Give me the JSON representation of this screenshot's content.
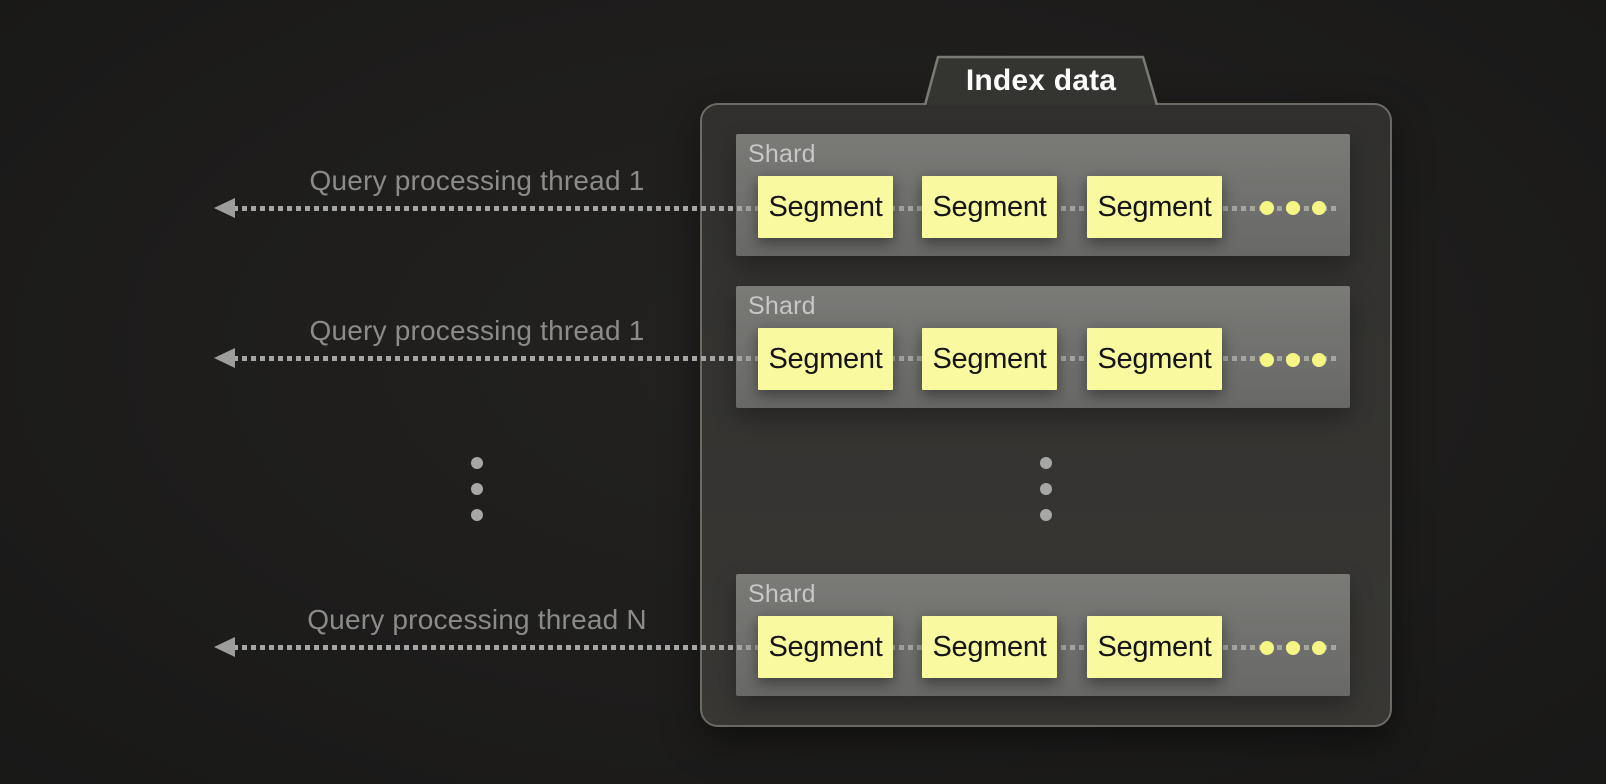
{
  "title_tab": {
    "label": "Index data"
  },
  "threads": [
    {
      "label": "Query processing thread 1"
    },
    {
      "label": "Query processing thread 1"
    },
    {
      "label": "Query processing thread N"
    }
  ],
  "shards": [
    {
      "label": "Shard",
      "segments": [
        "Segment",
        "Segment",
        "Segment"
      ]
    },
    {
      "label": "Shard",
      "segments": [
        "Segment",
        "Segment",
        "Segment"
      ]
    },
    {
      "label": "Shard",
      "segments": [
        "Segment",
        "Segment",
        "Segment"
      ]
    }
  ],
  "icons": {
    "more_segments": "horizontal-ellipsis-dots",
    "more_shards": "vertical-ellipsis-dots",
    "more_threads": "vertical-ellipsis-dots",
    "arrow_direction": "left-arrowhead"
  },
  "colors": {
    "background": "#1f1e1d",
    "container_fill": "#343330",
    "container_border": "#6b6b64",
    "shard_fill": "#70706d",
    "shard_text": "#c7c7c5",
    "segment_fill": "#f9f99f",
    "segment_text": "#151515",
    "segment_ellipsis_dots": "#f5f585",
    "dashed_line": "#a5a5a3",
    "thread_text": "#8b8b89",
    "title_text": "#fdfdfd"
  }
}
